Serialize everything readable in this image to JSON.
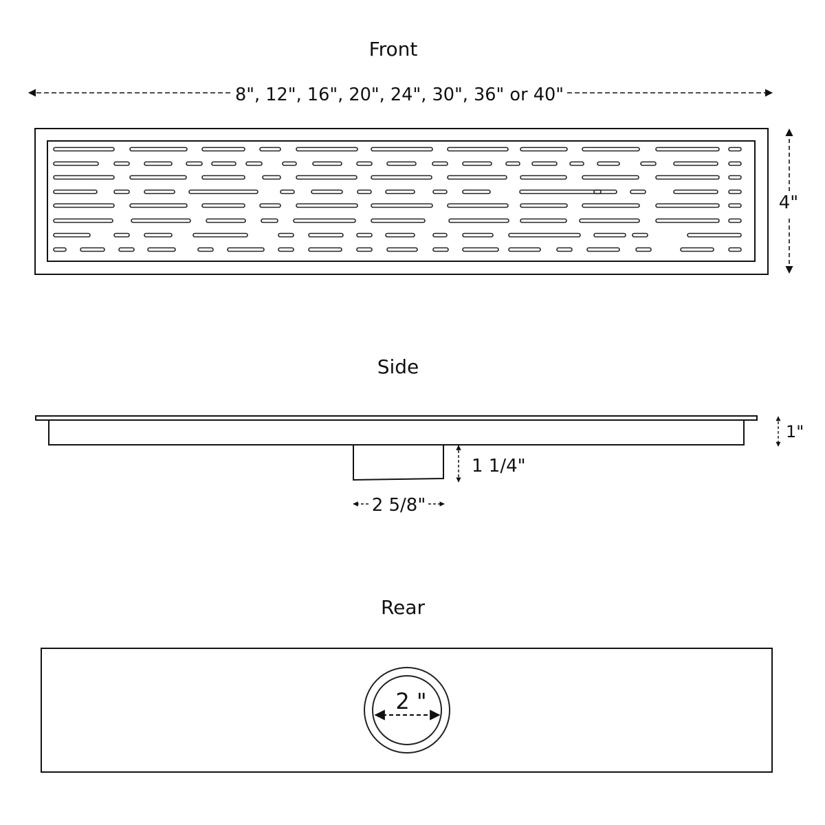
{
  "views": {
    "front": {
      "title": "Front"
    },
    "side": {
      "title": "Side"
    },
    "rear": {
      "title": "Rear"
    }
  },
  "dimensions": {
    "length": "8\", 12\", 16\", 20\", 24\", 30\", 36\" or 40\"",
    "width": "4\"",
    "frame_height": "1\"",
    "outlet_depth": "1 1/4\"",
    "outlet_width": "2 5/8\"",
    "outlet_diameter": "2 \""
  }
}
